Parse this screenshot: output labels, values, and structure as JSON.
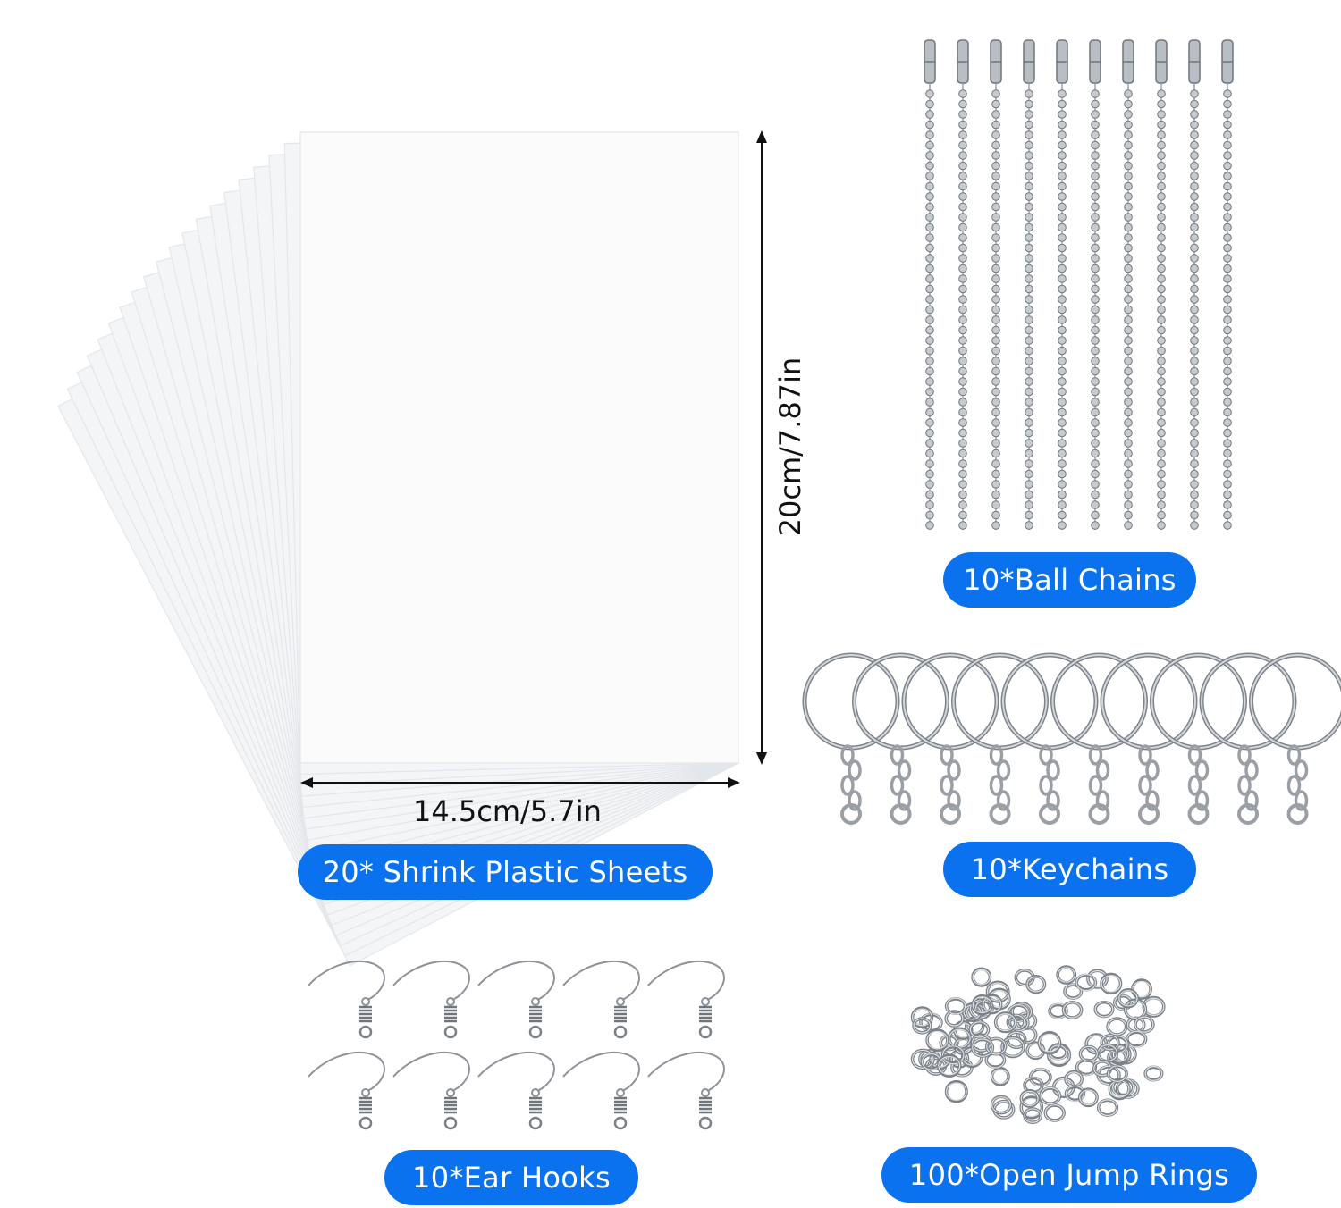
{
  "labels": {
    "sheets": "20* Shrink Plastic Sheets",
    "ball_chains": "10*Ball Chains",
    "keychains": "10*Keychains",
    "ear_hooks": "10*Ear Hooks",
    "jump_rings": "100*Open Jump Rings"
  },
  "dimensions": {
    "width": "14.5cm/5.7in",
    "height": "20cm/7.87in"
  },
  "colors": {
    "pill": "#0a72ef",
    "metal": "#9a9fa6",
    "sheet_edge": "#e3e6ea"
  },
  "counts": {
    "sheets": 20,
    "ball_chains": 10,
    "keychains": 10,
    "ear_hooks": 10,
    "jump_rings": 100
  }
}
